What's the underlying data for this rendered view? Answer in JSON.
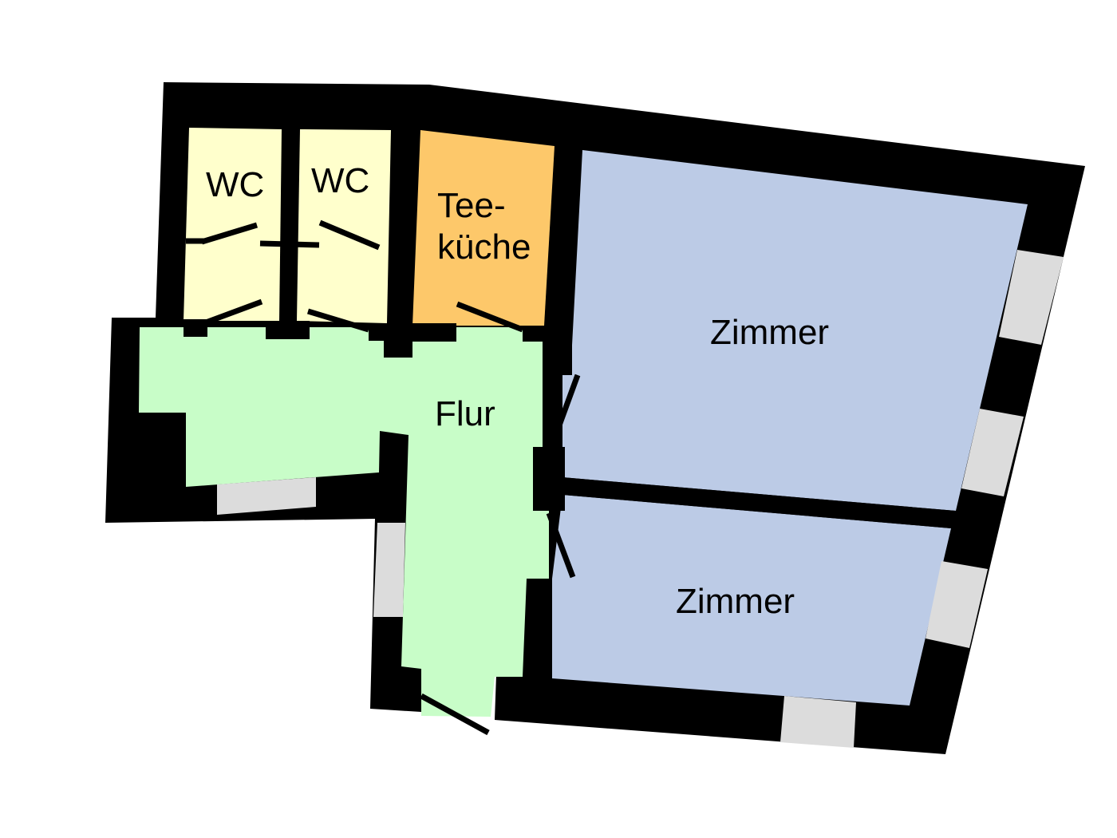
{
  "title": "Floor plan",
  "rooms": {
    "wc1": {
      "label": "WC"
    },
    "wc2": {
      "label": "WC"
    },
    "kitchen": {
      "label_line1": "Tee-",
      "label_line2": "küche"
    },
    "room_large": {
      "label": "Zimmer"
    },
    "hallway": {
      "label": "Flur"
    },
    "room_small": {
      "label": "Zimmer"
    }
  },
  "colors": {
    "wall": "#000000",
    "wc": "#ffffcc",
    "kitchen": "#fdc86a",
    "room": "#bccbe6",
    "hallway": "#c8fdc8",
    "window": "#dcdcdc"
  }
}
